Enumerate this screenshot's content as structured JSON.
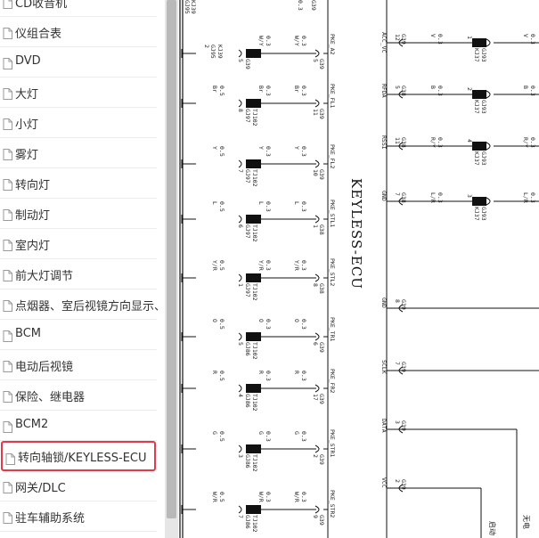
{
  "nav": {
    "items": [
      {
        "label": "CD收音机"
      },
      {
        "label": "仪组合表"
      },
      {
        "label": "DVD"
      },
      {
        "label": "大灯"
      },
      {
        "label": "小灯"
      },
      {
        "label": "雾灯"
      },
      {
        "label": "转向灯"
      },
      {
        "label": "制动灯"
      },
      {
        "label": "室内灯"
      },
      {
        "label": "前大灯调节"
      },
      {
        "label": "点烟器、室后视镜方向显示、"
      },
      {
        "label": "BCM"
      },
      {
        "label": "电动后视镜"
      },
      {
        "label": "保险、继电器"
      },
      {
        "label": "BCM2"
      },
      {
        "label": "转向轴锁/KEYLESS-ECU"
      },
      {
        "label": "网关/DLC"
      },
      {
        "label": "驻车辅助系统"
      }
    ],
    "active_index": 15,
    "active_color": "#e3394a"
  },
  "diagram": {
    "ecu_title": "KEYLESS-ECU",
    "left_rows": [
      {
        "mid_pin": "5",
        "mid_conn": "G39",
        "mid_wire": "W/Y",
        "mid_gauge": "0.3",
        "left_pin": "2",
        "left_conn": "GJ95",
        "left_sub": "KJ39",
        "ecu_pin": "5",
        "ecu_conn": "G39",
        "signal": "PKE_A2"
      },
      {
        "mid_pin": "8",
        "mid_conn": "GJ97",
        "mid_sub": "TJ102",
        "mid_wire": "Br",
        "mid_gauge": "0.3",
        "left_wire": "Br",
        "left_gauge": "0.5",
        "ecu_pin": "11",
        "ecu_conn": "G39",
        "signal": "PKE_FL1"
      },
      {
        "mid_pin": "7",
        "mid_conn": "GJ97",
        "mid_sub": "TJ102",
        "mid_wire": "Y",
        "mid_gauge": "0.3",
        "left_wire": "Y",
        "left_gauge": "0.5",
        "ecu_pin": "10",
        "ecu_conn": "G39",
        "signal": "PKE_FL2"
      },
      {
        "mid_pin": "6",
        "mid_conn": "GJ97",
        "mid_sub": "TJ102",
        "mid_wire": "L",
        "mid_gauge": "0.3",
        "left_wire": "L",
        "left_gauge": "0.5",
        "ecu_pin": "1",
        "ecu_conn": "G38",
        "signal": "PKE_STL1"
      },
      {
        "mid_pin": "1",
        "mid_conn": "GJ97",
        "mid_sub": "TJ102",
        "mid_wire": "Y/R",
        "mid_gauge": "0.3",
        "left_wire": "Y/R",
        "left_gauge": "0.5",
        "ecu_pin": "8",
        "ecu_conn": "G38",
        "signal": "PKE_STL2"
      },
      {
        "mid_pin": "5",
        "mid_conn": "GJ86",
        "mid_sub": "TJ102",
        "mid_wire": "O",
        "mid_gauge": "0.3",
        "left_wire": "O",
        "left_gauge": "0.5",
        "ecu_pin": "6",
        "ecu_conn": "G39",
        "signal": "PKE_TR1"
      },
      {
        "mid_pin": "4",
        "mid_conn": "GJ86",
        "mid_sub": "TJ102",
        "mid_wire": "R",
        "mid_gauge": "0.3",
        "left_wire": "R",
        "left_gauge": "0.5",
        "ecu_pin": "17",
        "ecu_conn": "G39",
        "signal": "PKE_FR2"
      },
      {
        "mid_pin": "3",
        "mid_conn": "GJ86",
        "mid_sub": "TJ102",
        "mid_wire": "G",
        "mid_gauge": "0.3",
        "left_wire": "G",
        "left_gauge": "0.5",
        "ecu_pin": "2",
        "ecu_conn": "G39",
        "signal": "PKE_STR1"
      },
      {
        "mid_pin": "7",
        "mid_conn": "GJ86",
        "mid_sub": "TJ102",
        "mid_wire": "W/R",
        "mid_gauge": "0.3",
        "left_wire": "W/R",
        "left_gauge": "0.5",
        "ecu_pin": "9",
        "ecu_conn": "G39",
        "signal": "PKE_STR2"
      }
    ],
    "top_left": {
      "pin": "1",
      "conn": "GJ95",
      "sub": "KJ39",
      "ecu_pin": "4",
      "ecu_conn": "G39",
      "gauge": "0.3"
    },
    "right_rows": [
      {
        "signal": "ACC_VC",
        "ecu_pin": "12",
        "ecu_conn": "G39",
        "wire": "V",
        "gauge": "0.3",
        "pin": "1",
        "conn": "KJ37",
        "sub": "GJ93",
        "wire2": "V",
        "gauge2": "0.3"
      },
      {
        "signal": "RFDA",
        "ecu_pin": "5",
        "ecu_conn": "G38",
        "wire": "B",
        "gauge": "0.3",
        "pin": "2",
        "conn": "KJ37",
        "sub": "GJ93",
        "wire2": "B",
        "gauge2": "0.3"
      },
      {
        "signal": "RSSI",
        "ecu_pin": "11",
        "ecu_conn": "G38",
        "wire": "R/Y",
        "gauge": "0.3",
        "pin": "4",
        "conn": "KJ37",
        "sub": "GJ93",
        "wire2": "R/Y",
        "gauge2": "0.3"
      },
      {
        "signal": "GND",
        "ecu_pin": "7",
        "ecu_conn": "G38",
        "wire": "L/R",
        "gauge": "0.3",
        "pin": "3",
        "conn": "KJ37",
        "sub": "GJ93",
        "wire2": "L/R",
        "gauge2": "0.3"
      }
    ],
    "right_lower": [
      {
        "signal": "GND",
        "ecu_pin": "8",
        "ecu_conn": "G39"
      },
      {
        "signal": "SCLK",
        "ecu_pin": "7",
        "ecu_conn": "G39"
      },
      {
        "signal": "DATA",
        "ecu_pin": "3",
        "ecu_conn": "G39"
      },
      {
        "signal": "VCC",
        "ecu_pin": "2",
        "ecu_conn": "G39"
      }
    ],
    "bottom_labels": [
      "启动",
      "无电"
    ]
  }
}
